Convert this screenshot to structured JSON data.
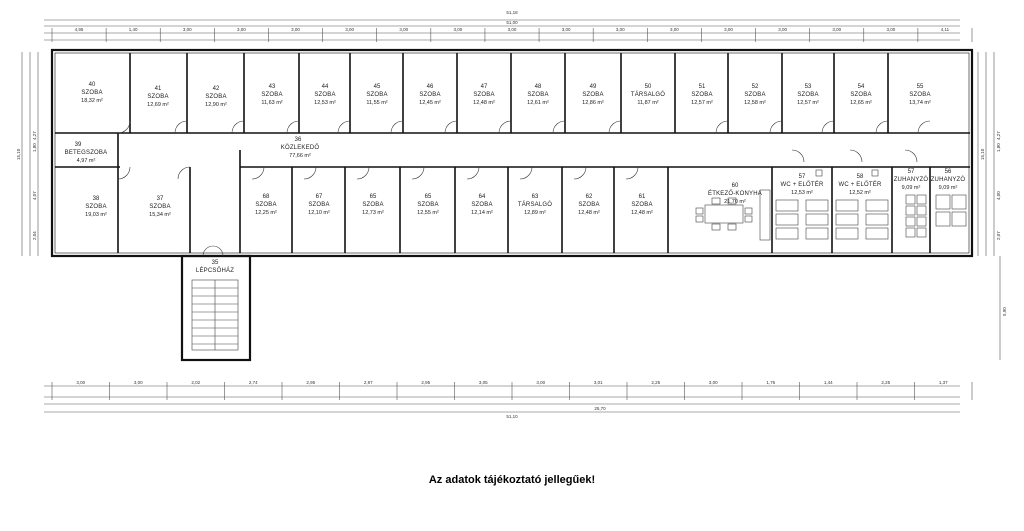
{
  "plan": {
    "rooms": [
      {
        "id": "r40a",
        "num": "40",
        "name": "SZOBA",
        "area": "18,32 m²"
      },
      {
        "id": "r41",
        "num": "41",
        "name": "SZOBA",
        "area": "12,69 m²"
      },
      {
        "id": "r42",
        "num": "42",
        "name": "SZOBA",
        "area": "12,90 m²"
      },
      {
        "id": "r43",
        "num": "43",
        "name": "SZOBA",
        "area": "11,63 m²"
      },
      {
        "id": "r44",
        "num": "44",
        "name": "SZOBA",
        "area": "12,53 m²"
      },
      {
        "id": "r45",
        "num": "45",
        "name": "SZOBA",
        "area": "11,55 m²"
      },
      {
        "id": "r46",
        "num": "46",
        "name": "SZOBA",
        "area": "12,45 m²"
      },
      {
        "id": "r47",
        "num": "47",
        "name": "SZOBA",
        "area": "12,48 m²"
      },
      {
        "id": "r48",
        "num": "48",
        "name": "SZOBA",
        "area": "12,61 m²"
      },
      {
        "id": "r49",
        "num": "49",
        "name": "SZOBA",
        "area": "12,86 m²"
      },
      {
        "id": "r50",
        "num": "50",
        "name": "TÁRSALGÓ",
        "area": "11,87 m²"
      },
      {
        "id": "r51",
        "num": "51",
        "name": "SZOBA",
        "area": "12,57 m²"
      },
      {
        "id": "r52",
        "num": "52",
        "name": "SZOBA",
        "area": "12,58 m²"
      },
      {
        "id": "r53",
        "num": "53",
        "name": "SZOBA",
        "area": "12,57 m²"
      },
      {
        "id": "r54",
        "num": "54",
        "name": "SZOBA",
        "area": "12,65 m²"
      },
      {
        "id": "r55",
        "num": "55",
        "name": "SZOBA",
        "area": "13,74 m²"
      },
      {
        "id": "r39",
        "num": "39",
        "name": "BETEGSZOBA",
        "area": "4,97 m²"
      },
      {
        "id": "r36",
        "num": "36",
        "name": "KÖZLEKEDŐ",
        "area": "77,66 m²"
      },
      {
        "id": "r38",
        "num": "38",
        "name": "SZOBA",
        "area": "19,03 m²"
      },
      {
        "id": "r37",
        "num": "37",
        "name": "SZOBA",
        "area": "15,34 m²"
      },
      {
        "id": "r68",
        "num": "68",
        "name": "SZOBA",
        "area": "12,25 m²"
      },
      {
        "id": "r67",
        "num": "67",
        "name": "SZOBA",
        "area": "12,10 m²"
      },
      {
        "id": "r65b",
        "num": "65",
        "name": "SZOBA",
        "area": "12,73 m²"
      },
      {
        "id": "r65",
        "num": "65",
        "name": "SZOBA",
        "area": "12,55 m²"
      },
      {
        "id": "r64",
        "num": "64",
        "name": "SZOBA",
        "area": "12,14 m²"
      },
      {
        "id": "r63",
        "num": "63",
        "name": "TÁRSALGÓ",
        "area": "12,89 m²"
      },
      {
        "id": "r62",
        "num": "62",
        "name": "SZOBA",
        "area": "12,48 m²"
      },
      {
        "id": "r61",
        "num": "61",
        "name": "SZOBA",
        "area": "12,48 m²"
      },
      {
        "id": "r60",
        "num": "60",
        "name": "ÉTKEZŐ-KONYHA",
        "area": "21,70 m²"
      },
      {
        "id": "r57",
        "num": "57",
        "name": "WC + ELŐTÉR",
        "area": "12,53 m²"
      },
      {
        "id": "r58",
        "num": "58",
        "name": "WC + ELŐTÉR",
        "area": "12,52 m²"
      },
      {
        "id": "r57b",
        "num": "57",
        "name": "ZUHANYZÓ",
        "area": "9,09 m²"
      },
      {
        "id": "r56",
        "num": "56",
        "name": "ZUHANYZÓ",
        "area": "9,09 m²"
      },
      {
        "id": "r35",
        "num": "35",
        "name": "LÉPCSŐHÁZ",
        "area": ""
      }
    ],
    "dims_top": [
      "4,95",
      "1,40",
      "3,00",
      "3,00",
      "3,00",
      "3,00",
      "3,00",
      "3,00",
      "3,00",
      "3,00",
      "3,00",
      "3,00",
      "3,00",
      "3,00",
      "3,00",
      "3,00",
      "4,11"
    ],
    "dims_top_totals": [
      "51,18",
      "51,00"
    ],
    "dims_bottom": [
      "3,00",
      "3,00",
      "2,02",
      "2,74",
      "2,95",
      "2,97",
      "2,95",
      "3,05",
      "3,00",
      "3,01",
      "2,25",
      "3,00",
      "1,76",
      "1,44",
      "2,25",
      "1,37"
    ],
    "dims_bottom_totals": [
      "51,10",
      "25,70"
    ],
    "dims_left": [
      "15,10",
      "4,27",
      "1,80",
      "4,07",
      "2,04"
    ],
    "dims_right": [
      "15,10",
      "4,27",
      "1,80",
      "4,00",
      "2,07"
    ],
    "dims_stair": [
      "5,90"
    ]
  },
  "note": "Az adatok tájékoztató jellegűek!"
}
